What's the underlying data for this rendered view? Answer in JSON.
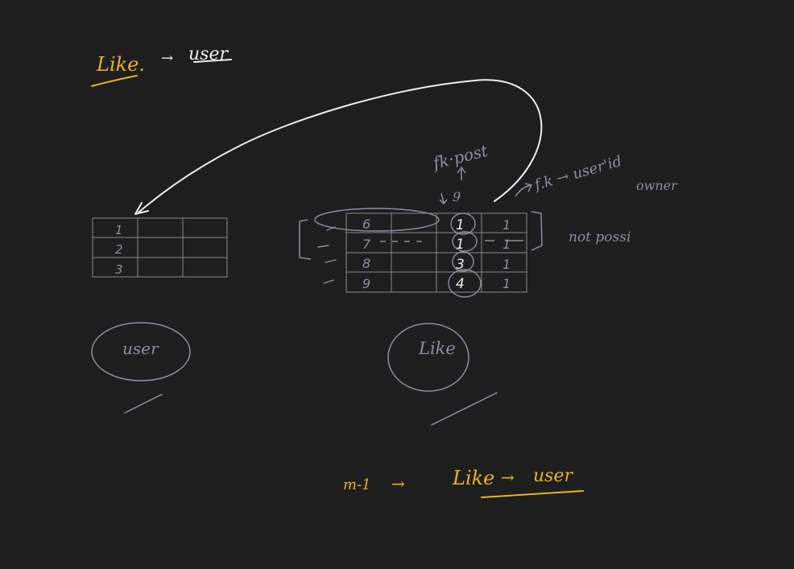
{
  "colors": {
    "background": "#1e1e1e",
    "chalk_white": "#eeeeee",
    "chalk_grey": "#8e8ea6",
    "table_line": "#8a8a8a",
    "highlight_yellow": "#e8b421"
  },
  "header": {
    "entity": "Like.",
    "arrow": "→",
    "target": "user"
  },
  "user_table": {
    "rows": [
      [
        "1",
        "",
        ""
      ],
      [
        "2",
        "",
        ""
      ],
      [
        "3",
        "",
        ""
      ]
    ],
    "label": "user"
  },
  "like_table": {
    "rows": [
      [
        "6",
        "",
        "1",
        "1"
      ],
      [
        "7",
        "",
        "1",
        "1"
      ],
      [
        "8",
        "",
        "3",
        "1"
      ],
      [
        "9",
        "",
        "4",
        "1"
      ]
    ],
    "label": "Like"
  },
  "annotations": {
    "fk_post": "fk·post",
    "fk_user_id": "f.k → user'id",
    "owner": "owner",
    "not_possible": "not possi"
  },
  "footer": {
    "relation": "m-1",
    "arrow": "→",
    "entity": "Like",
    "arrow2": "→",
    "target": "user"
  }
}
